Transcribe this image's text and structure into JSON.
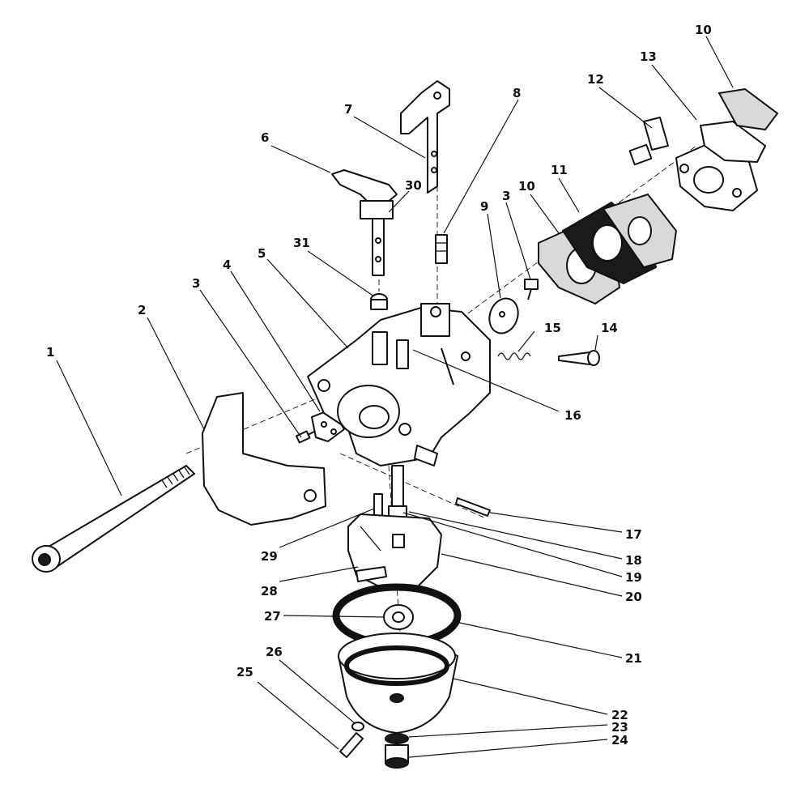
{
  "callouts": {
    "p1": "1",
    "p2": "2",
    "p3a": "3",
    "p3b": "3",
    "p4": "4",
    "p5": "5",
    "p6": "6",
    "p7": "7",
    "p8": "8",
    "p9": "9",
    "p10a": "10",
    "p10b": "10",
    "p11": "11",
    "p12": "12",
    "p13": "13",
    "p14": "14",
    "p15": "15",
    "p16": "16",
    "p17": "17",
    "p18": "18",
    "p19": "19",
    "p20": "20",
    "p21": "21",
    "p22": "22",
    "p23": "23",
    "p24": "24",
    "p25": "25",
    "p26": "26",
    "p27": "27",
    "p28": "28",
    "p29": "29",
    "p30": "30",
    "p31": "31"
  }
}
